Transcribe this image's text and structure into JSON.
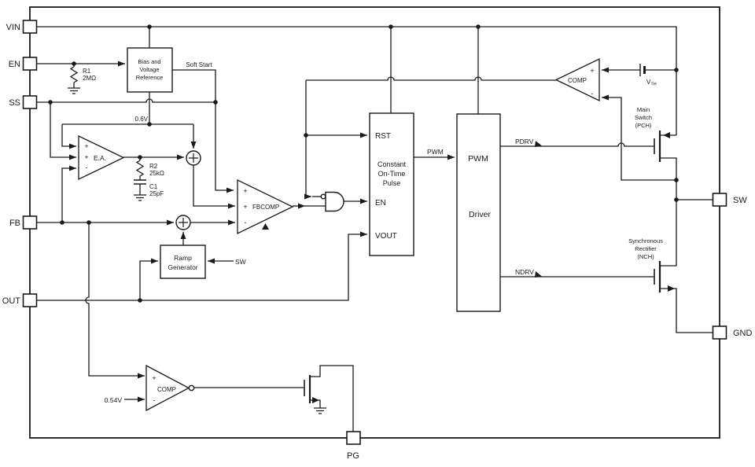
{
  "pins": {
    "vin": "VIN",
    "en": "EN",
    "ss": "SS",
    "fb": "FB",
    "out": "OUT",
    "sw": "SW",
    "gnd": "GND",
    "pg": "PG"
  },
  "blocks": {
    "bias": {
      "l1": "Bias and",
      "l2": "Voltage",
      "l3": "Reference"
    },
    "cot": {
      "port_rst": "RST",
      "l1": "Constant",
      "l2": "On-Time",
      "l3": "Pulse",
      "port_en": "EN",
      "port_vout": "VOUT"
    },
    "driver": {
      "l1": "PWM",
      "l2": "Driver"
    },
    "ramp": {
      "l1": "Ramp",
      "l2": "Generator"
    }
  },
  "amplifiers": {
    "error_amp": "E.A.",
    "fb_comparator": "FBCOMP",
    "ripple_comparator": "COMP",
    "pg_comparator": "COMP"
  },
  "components": {
    "r1": {
      "name": "R1",
      "value": "2MΩ"
    },
    "r2": {
      "name": "R2",
      "value": "25kΩ"
    },
    "c1": {
      "name": "C1",
      "value": "25pF"
    },
    "vth": {
      "base": "V",
      "sub": "TH"
    }
  },
  "signals": {
    "soft_start": "Soft Start",
    "vref": "0.6V",
    "pwm": "PWM",
    "pdrv": "PDRV",
    "ndrv": "NDRV",
    "sw_feedback": "SW",
    "pg_threshold": "0.54V"
  },
  "transistors": {
    "main_switch": {
      "l1": "Main",
      "l2": "Switch",
      "l3": "(PCH)"
    },
    "sync_rectifier": {
      "l1": "Synchronous",
      "l2": "Rectifier",
      "l3": "(NCH)"
    }
  },
  "sym": {
    "plus": "+",
    "minus": "-"
  },
  "colors": {
    "line": "#1a1a1a",
    "bg": "#ffffff"
  }
}
